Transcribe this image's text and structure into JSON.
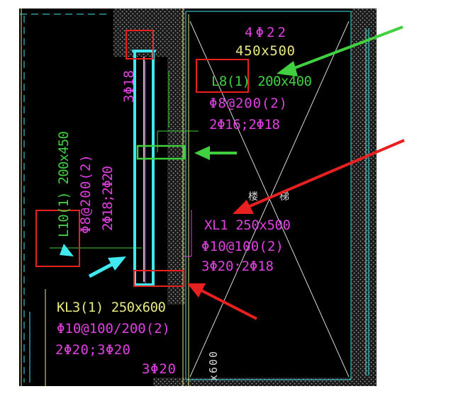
{
  "colors": {
    "background": "#000000",
    "page": "#ffffff",
    "magenta": "#e040e0",
    "yellow": "#e8e880",
    "green": "#40d040",
    "cyan": "#40e8f0",
    "red": "#e82020",
    "white": "#d8d8d8",
    "wall_hatch": "#9a9a9a"
  },
  "annotations": {
    "top_beam_rebar": "4Φ22",
    "top_beam_size": "450x500",
    "l8_name": "L8(1) 200x400",
    "l8_stirrup": "Φ8@200(2)",
    "l8_rebar": "2Φ16;2Φ18",
    "vertical_rebar": "3Φ18",
    "l10_name": "L10(1) 200x450",
    "l10_stirrup": "Φ8@200(2)",
    "l10_rebar": "2Φ18;2Φ20",
    "xl1_name": "XL1 250x500",
    "xl1_stirrup": "Φ10@100(2)",
    "xl1_rebar": "3Φ20;2Φ18",
    "kl3_name": "KL3(1) 250x600",
    "kl3_stirrup": "Φ10@100/200(2)",
    "kl3_rebar": "2Φ20;3Φ20",
    "bottom_rebar": "3Φ20",
    "stair_label_1": "楼",
    "stair_label_2": "梯",
    "bottom_size": "x600"
  },
  "icons": [
    "arrow-icon-green",
    "arrow-icon-red",
    "arrow-icon-cyan"
  ]
}
